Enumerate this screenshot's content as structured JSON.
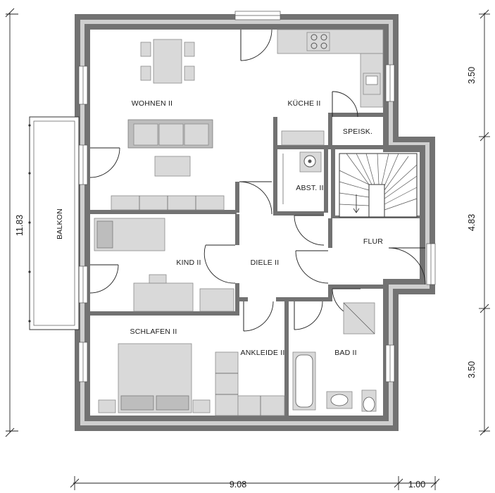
{
  "rooms": {
    "wohnen": "WOHNEN II",
    "kueche": "KÜCHE II",
    "speisk": "SPEISK.",
    "abst": "ABST. II",
    "flur": "FLUR",
    "kind": "KIND II",
    "diele": "DIELE II",
    "schlafen": "SCHLAFEN II",
    "ankleide": "ANKLEIDE II",
    "bad": "BAD II",
    "balkon": "BALKON"
  },
  "dimensions": {
    "left_total": "11.83",
    "right_top": "3.50",
    "right_middle": "4.83",
    "right_bottom": "3.50",
    "bottom_main": "9.08",
    "bottom_extra": "1.00"
  }
}
